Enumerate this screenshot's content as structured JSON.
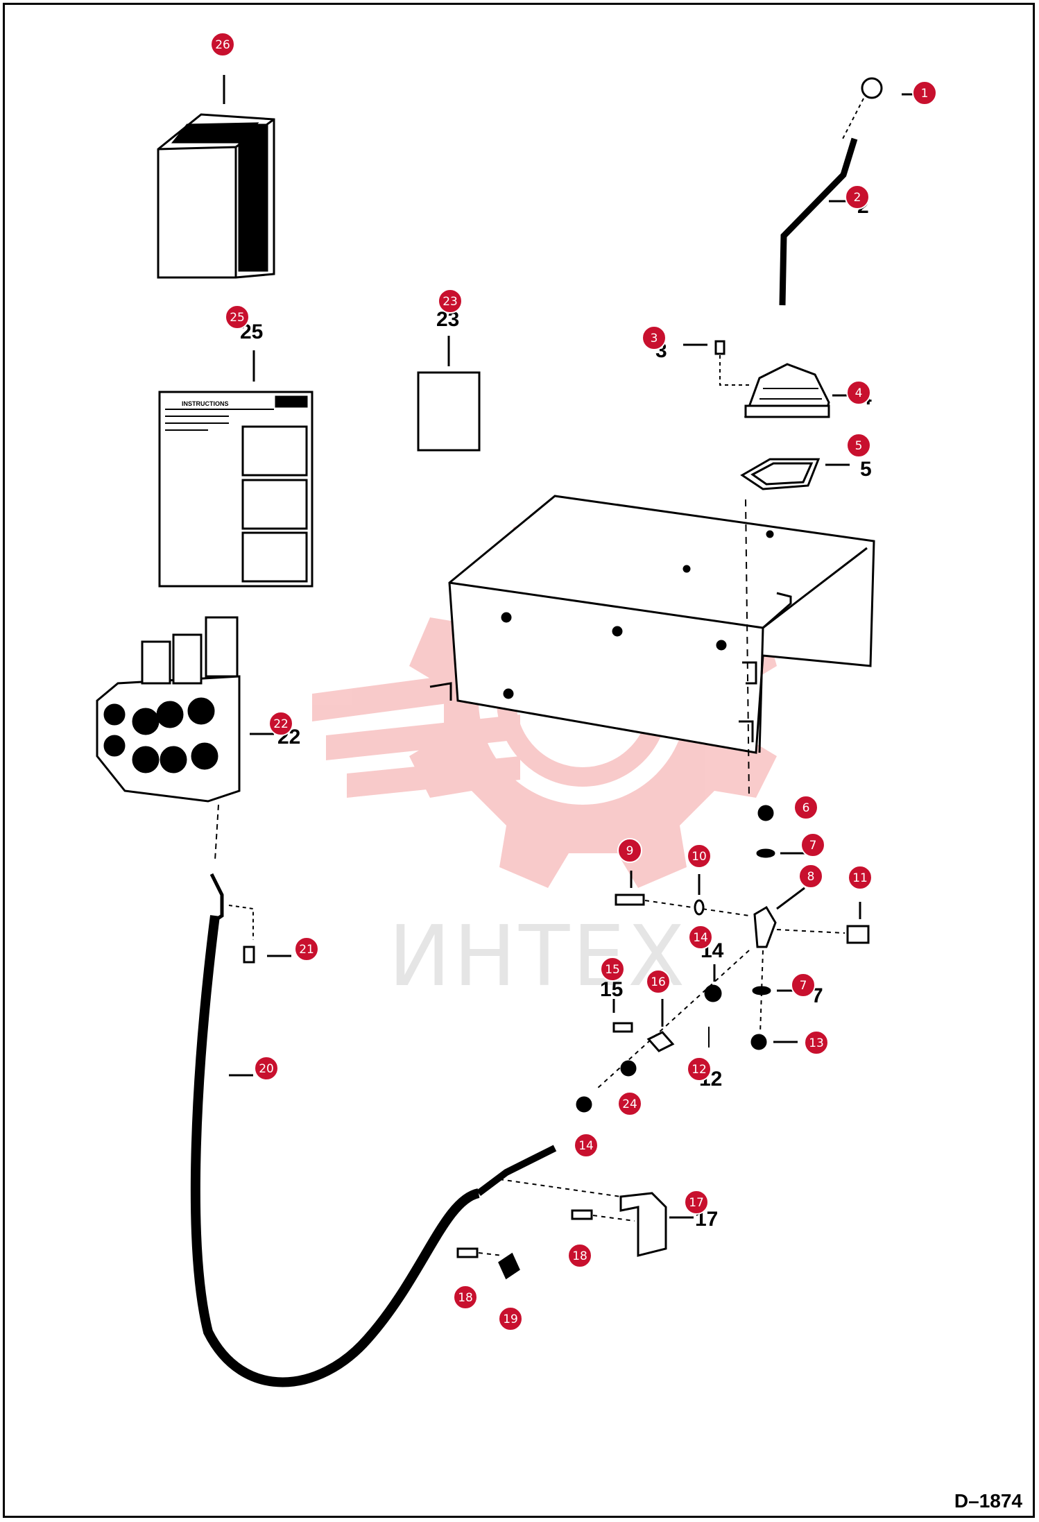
{
  "drawing_id": "D–1874",
  "watermark": {
    "text": "ИНТЕХ",
    "color": "#f4a0a0",
    "icon": "gear-logo-icon"
  },
  "callout_color": "#c8102e",
  "instructions_sheet_title": "INSTRUCTIONS",
  "callouts": [
    {
      "id": "c1",
      "num": "1"
    },
    {
      "id": "c2",
      "num": "2"
    },
    {
      "id": "c3",
      "num": "3"
    },
    {
      "id": "c4",
      "num": "4"
    },
    {
      "id": "c5",
      "num": "5"
    },
    {
      "id": "c6",
      "num": "6"
    },
    {
      "id": "c7a",
      "num": "7"
    },
    {
      "id": "c7b",
      "num": "7"
    },
    {
      "id": "c8",
      "num": "8"
    },
    {
      "id": "c9",
      "num": "9"
    },
    {
      "id": "c10",
      "num": "10"
    },
    {
      "id": "c11",
      "num": "11"
    },
    {
      "id": "c12",
      "num": "12"
    },
    {
      "id": "c13",
      "num": "13"
    },
    {
      "id": "c14a",
      "num": "14"
    },
    {
      "id": "c14b",
      "num": "14"
    },
    {
      "id": "c15",
      "num": "15"
    },
    {
      "id": "c16",
      "num": "16"
    },
    {
      "id": "c17",
      "num": "17"
    },
    {
      "id": "c18a",
      "num": "18"
    },
    {
      "id": "c18b",
      "num": "18"
    },
    {
      "id": "c19",
      "num": "19"
    },
    {
      "id": "c20",
      "num": "20"
    },
    {
      "id": "c21",
      "num": "21"
    },
    {
      "id": "c22",
      "num": "22"
    },
    {
      "id": "c23",
      "num": "23"
    },
    {
      "id": "c24",
      "num": "24"
    },
    {
      "id": "c25",
      "num": "25"
    },
    {
      "id": "c26",
      "num": "26"
    }
  ],
  "printed_labels": [
    {
      "id": "l2",
      "num": "2"
    },
    {
      "id": "l3",
      "num": "3"
    },
    {
      "id": "l4",
      "num": "4"
    },
    {
      "id": "l5",
      "num": "5"
    },
    {
      "id": "l7",
      "num": "7"
    },
    {
      "id": "l12",
      "num": "12"
    },
    {
      "id": "l14",
      "num": "14"
    },
    {
      "id": "l15",
      "num": "15"
    },
    {
      "id": "l17",
      "num": "17"
    },
    {
      "id": "l22",
      "num": "22"
    },
    {
      "id": "l23",
      "num": "23"
    },
    {
      "id": "l25",
      "num": "25"
    }
  ]
}
